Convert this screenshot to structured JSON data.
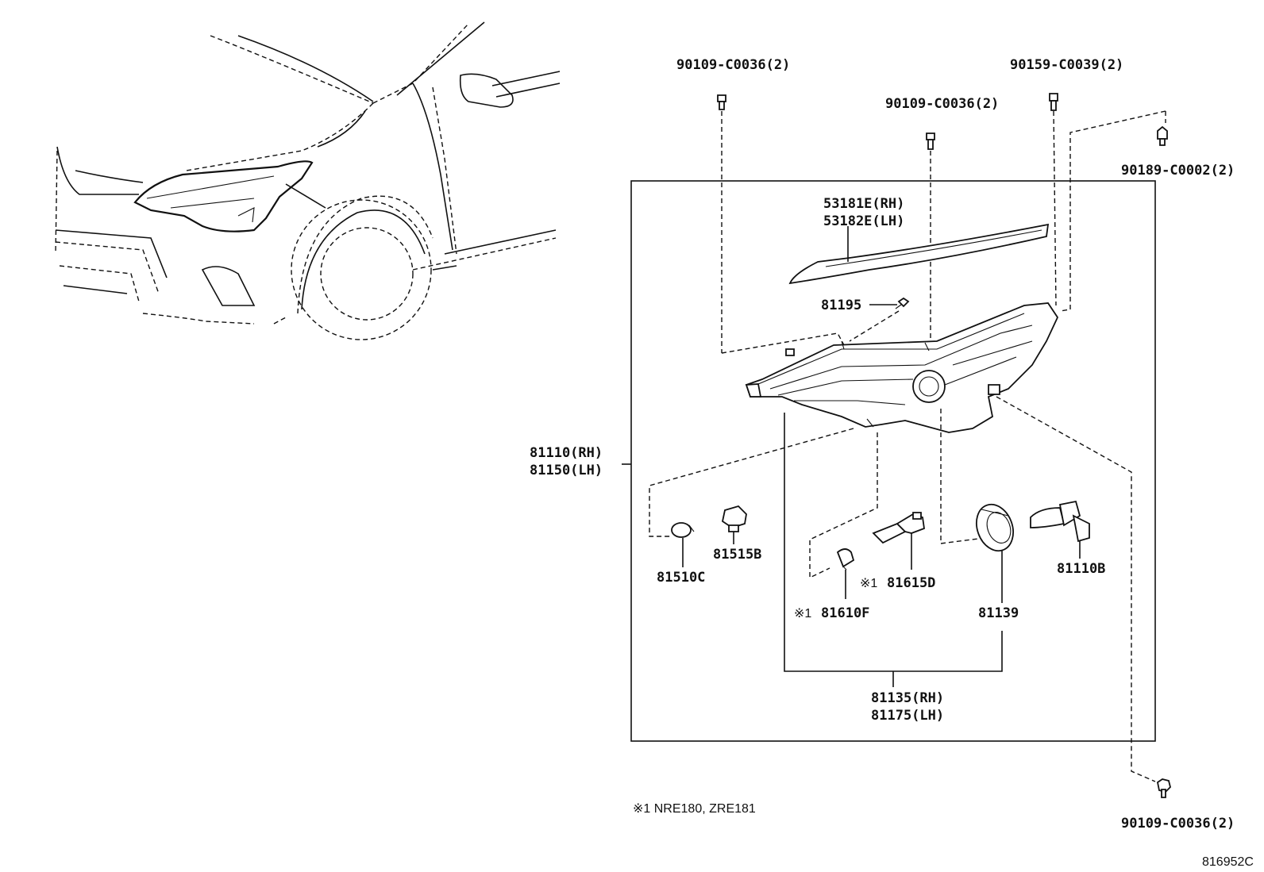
{
  "labels": {
    "bolt_top_left": "90109-C0036(2)",
    "bolt_top_mid": "90109-C0036(2)",
    "bolt_top_right": "90159-C0039(2)",
    "clip_right": "90189-C0002(2)",
    "bolt_bottom": "90109-C0036(2)",
    "cover_rh": "53181E(RH)",
    "cover_lh": "53182E(LH)",
    "screw": "81195",
    "headlamp_rh": "81110(RH)",
    "headlamp_lh": "81150(LH)",
    "bulb_81510c": "81510C",
    "socket_81515b": "81515B",
    "bulb_81610f": "81610F",
    "socket_81615d": "81615D",
    "cap_81139": "81139",
    "bulb_81110b": "81110B",
    "unit_rh": "81135(RH)",
    "unit_lh": "81175(LH)",
    "mark_1a": "※1",
    "mark_1b": "※1"
  },
  "footnote": "※1 NRE180, ZRE181",
  "figure_code": "816952C"
}
